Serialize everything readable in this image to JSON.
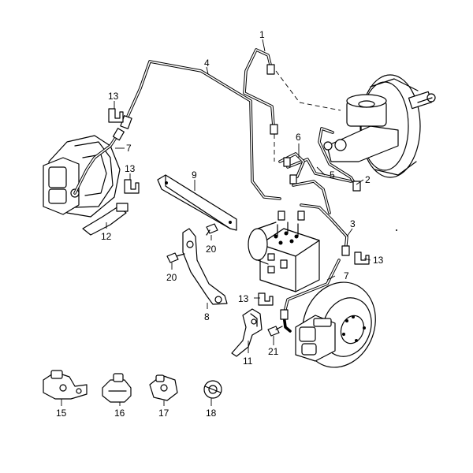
{
  "callouts": [
    {
      "id": "c1",
      "text": "1"
    },
    {
      "id": "c2",
      "text": "2"
    },
    {
      "id": "c3",
      "text": "3"
    },
    {
      "id": "c4",
      "text": "4"
    },
    {
      "id": "c5",
      "text": "5"
    },
    {
      "id": "c6",
      "text": "6"
    },
    {
      "id": "c7a",
      "text": "7"
    },
    {
      "id": "c7b",
      "text": "7"
    },
    {
      "id": "c8",
      "text": "8"
    },
    {
      "id": "c9",
      "text": "9"
    },
    {
      "id": "c11",
      "text": "11"
    },
    {
      "id": "c12",
      "text": "12"
    },
    {
      "id": "c13a",
      "text": "13"
    },
    {
      "id": "c13b",
      "text": "13"
    },
    {
      "id": "c13c",
      "text": "13"
    },
    {
      "id": "c13d",
      "text": "13"
    },
    {
      "id": "c15",
      "text": "15"
    },
    {
      "id": "c16",
      "text": "16"
    },
    {
      "id": "c17",
      "text": "17"
    },
    {
      "id": "c18",
      "text": "18"
    },
    {
      "id": "c20a",
      "text": "20"
    },
    {
      "id": "c20b",
      "text": "20"
    },
    {
      "id": "c21",
      "text": "21"
    }
  ]
}
